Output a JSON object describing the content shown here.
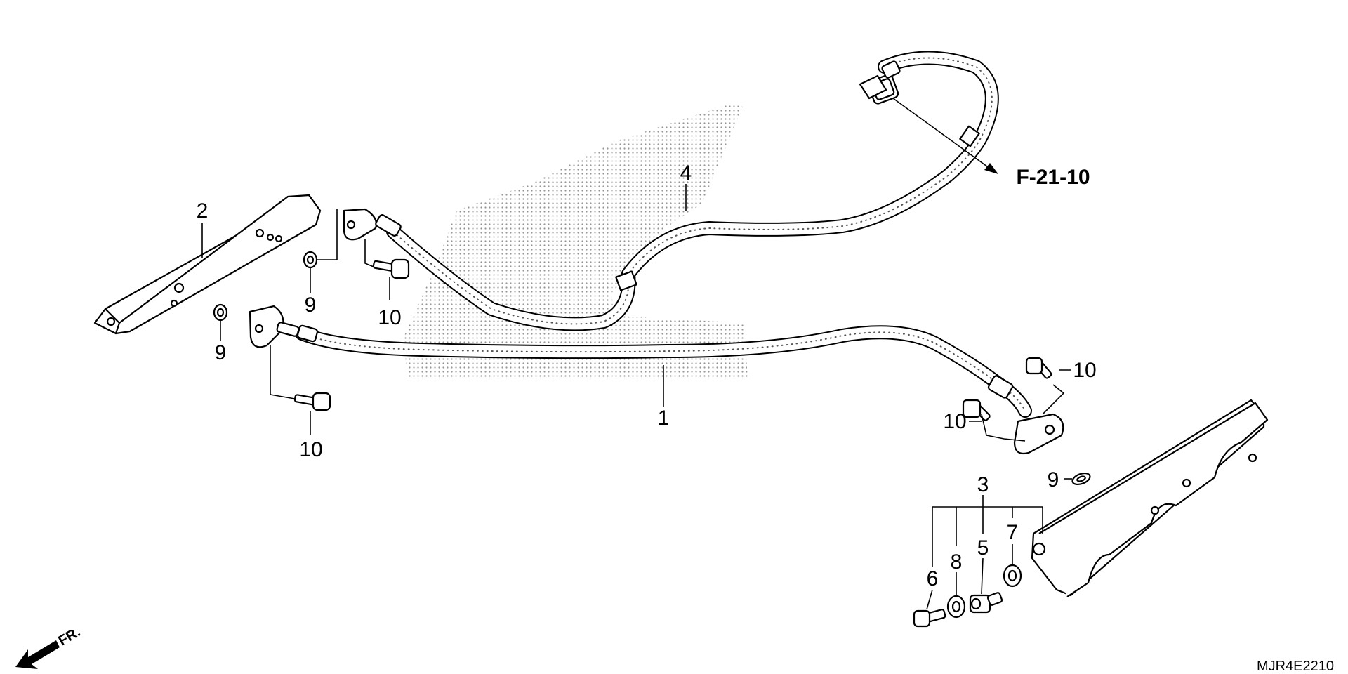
{
  "callouts": {
    "c1": "1",
    "c2": "2",
    "c3": "3",
    "c4": "4",
    "c5": "5",
    "c6": "6",
    "c7": "7",
    "c8": "8",
    "c9a": "9",
    "c9b": "9",
    "c9c": "9",
    "c10a": "10",
    "c10b": "10",
    "c10c": "10",
    "c10d": "10"
  },
  "reference": "F-21-10",
  "diagram_code": "MJR4E2210",
  "direction_label": "FR."
}
